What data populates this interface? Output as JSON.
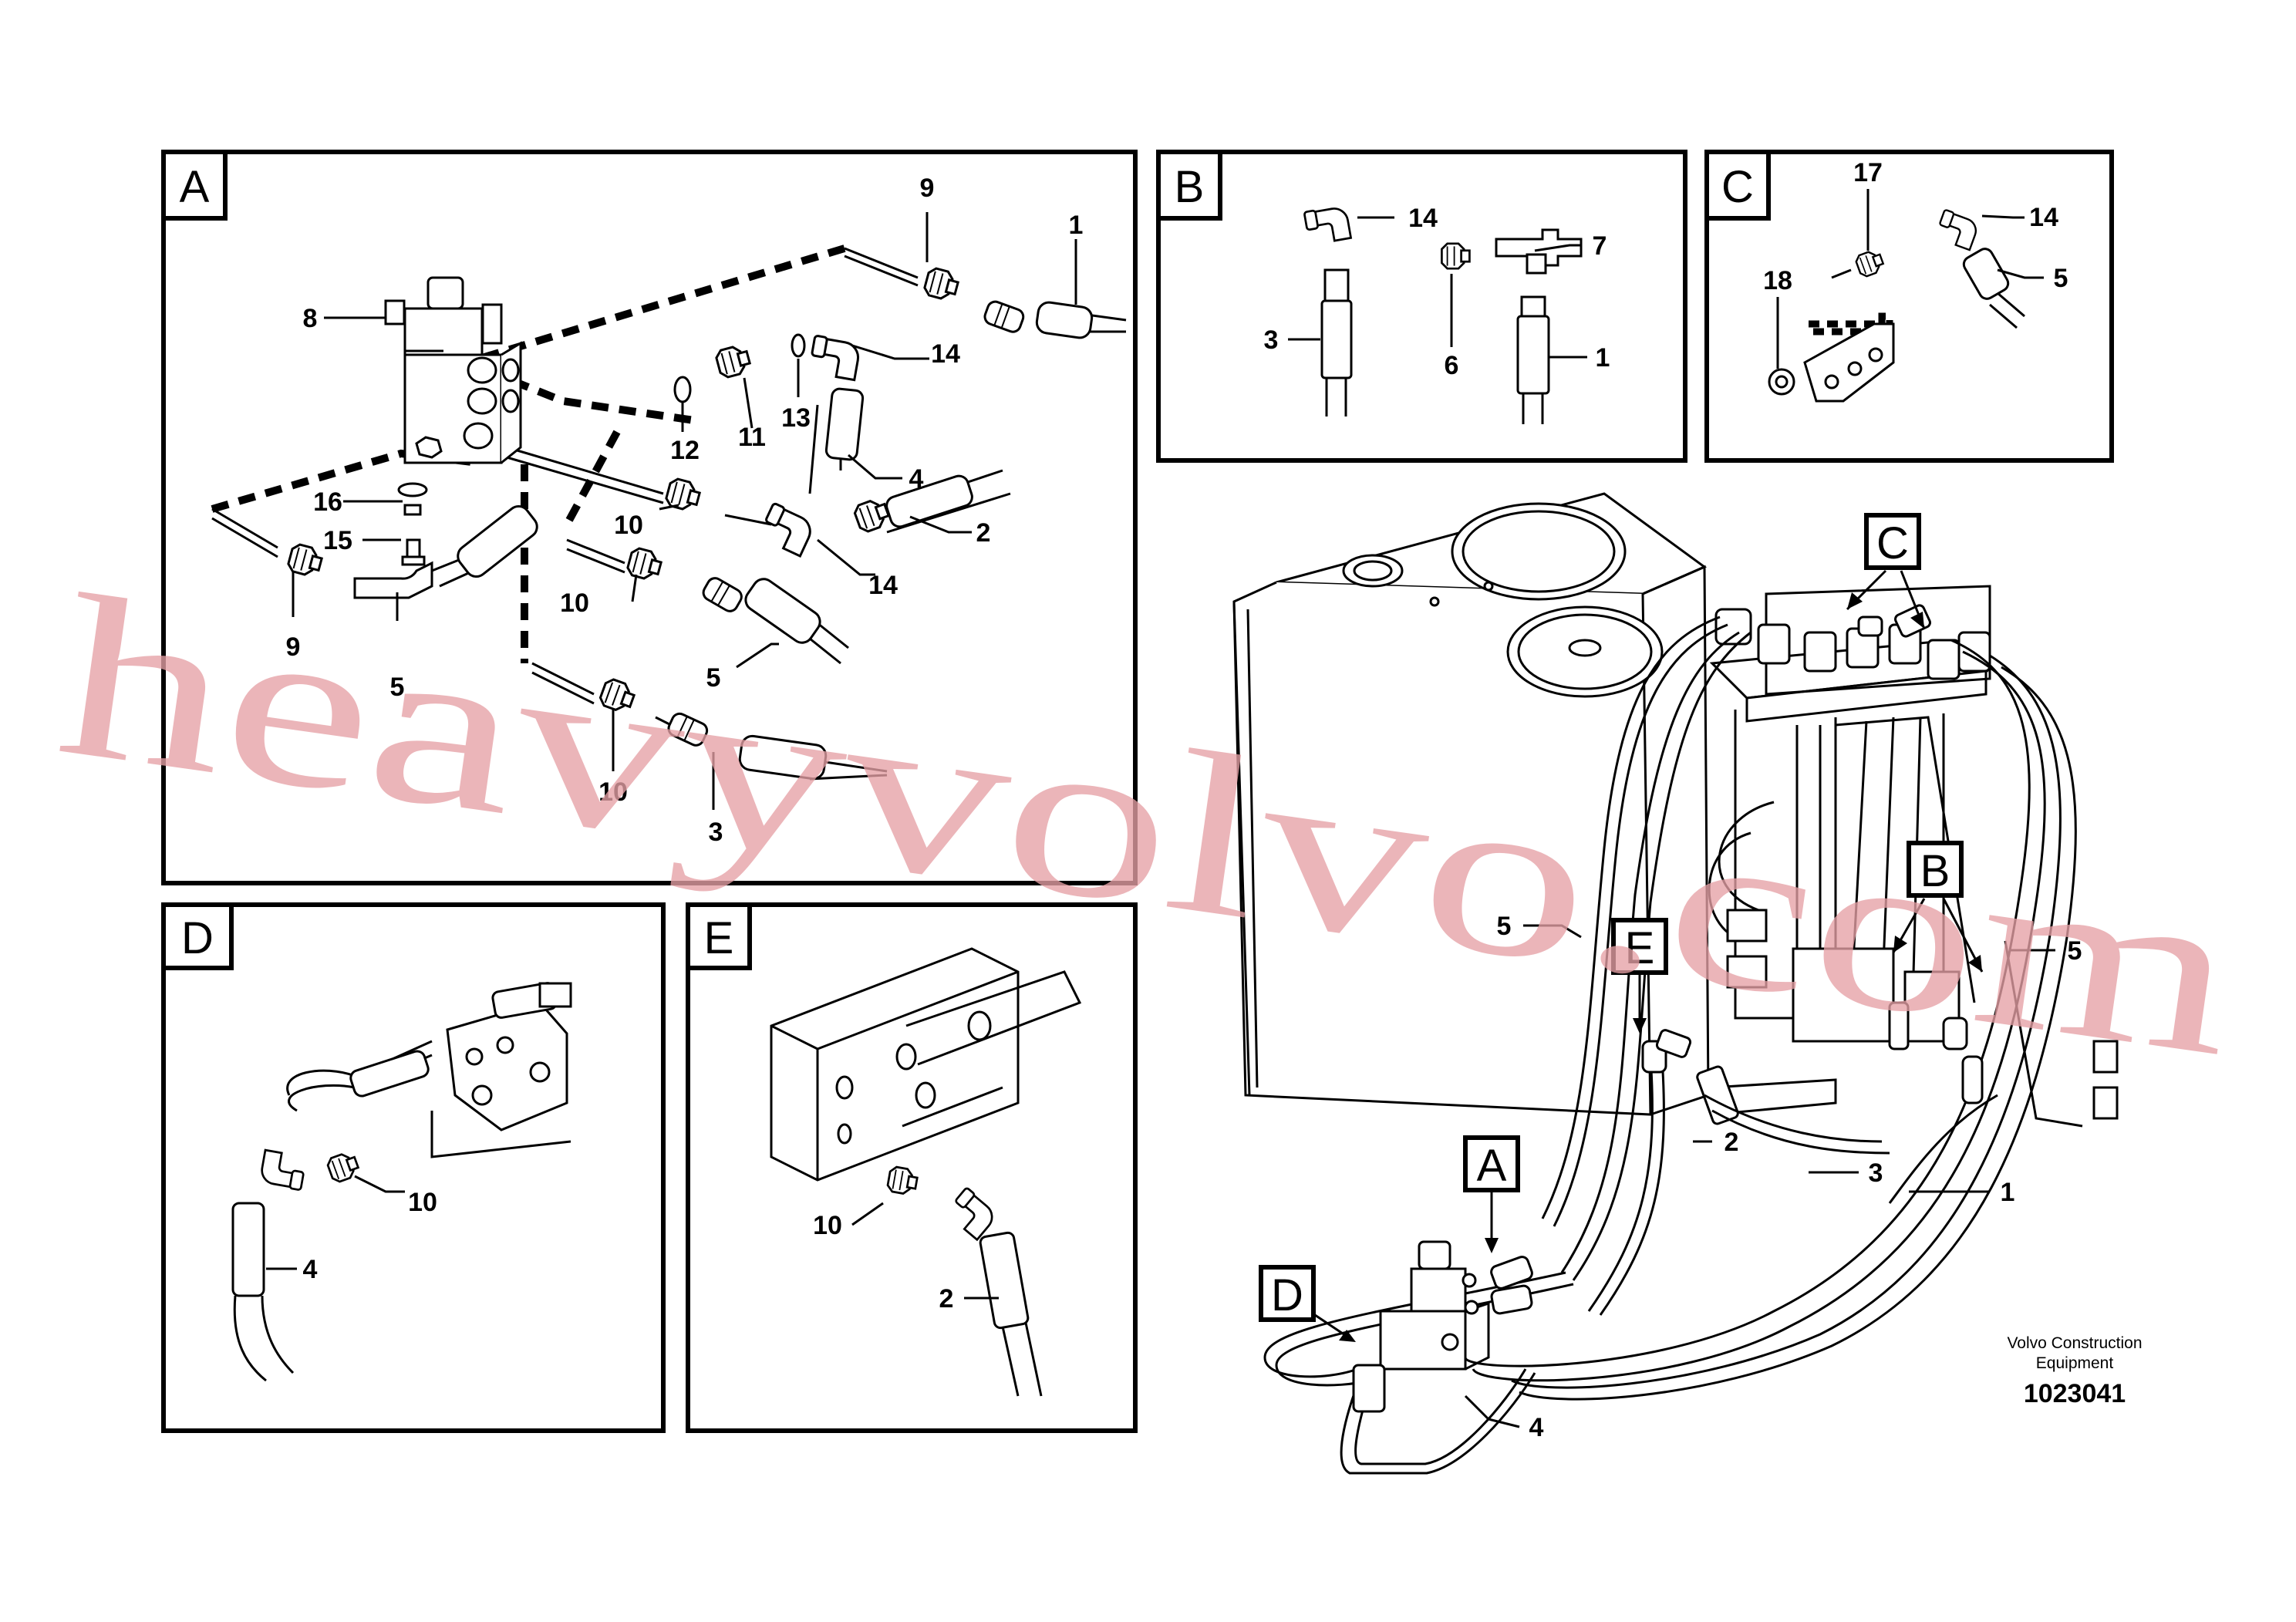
{
  "panels": {
    "A": {
      "letter": "A",
      "callouts": [
        "9",
        "1",
        "8",
        "14",
        "12",
        "11",
        "13",
        "4",
        "16",
        "15",
        "10",
        "2",
        "14",
        "10",
        "9",
        "5",
        "5",
        "10",
        "3"
      ]
    },
    "B": {
      "letter": "B",
      "callouts": [
        "14",
        "7",
        "3",
        "6",
        "1"
      ]
    },
    "C": {
      "letter": "C",
      "callouts": [
        "17",
        "14",
        "18",
        "5"
      ]
    },
    "D": {
      "letter": "D",
      "callouts": [
        "10",
        "4"
      ]
    },
    "E": {
      "letter": "E",
      "callouts": [
        "10",
        "2"
      ]
    }
  },
  "overview": {
    "view_markers": [
      "C",
      "B",
      "E",
      "A",
      "D"
    ],
    "callouts": [
      "5",
      "5",
      "2",
      "3",
      "1",
      "4"
    ]
  },
  "watermark": "heavyvolvo.com",
  "brand": {
    "line1": "Volvo Construction",
    "line2": "Equipment",
    "drawing_number": "1023041"
  },
  "colors": {
    "line": "#000000",
    "watermark": "#e6a1a6",
    "background": "#ffffff"
  }
}
